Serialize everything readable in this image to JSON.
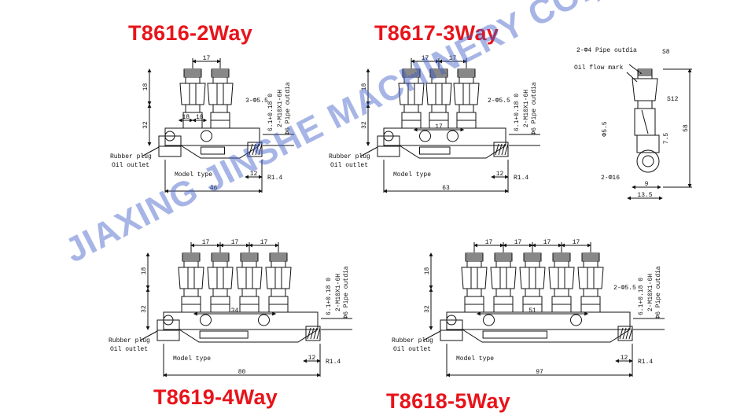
{
  "titles": {
    "t8616": "T8616-2Way",
    "t8617": "T8617-3Way",
    "t8619": "T8619-4Way",
    "t8618": "T8618-5Way"
  },
  "watermark": "JIAXING JINSHE MACHINERY CO.,LTD",
  "colors": {
    "title": "#e8141b",
    "watermark": "#3c5ac8",
    "line": "#111111"
  },
  "labels": {
    "rubber_plug": "Rubber plug",
    "oil_outlet": "Oil outlet",
    "model_type": "Model type",
    "pipe_outdia": "Φ6 Pipe outdia",
    "thread": "2-M10X1-6H",
    "r14": "R1.4",
    "fit": "6.1+0.18 0",
    "hole": "3-Φ5.5",
    "hole2": "2-Φ5.5",
    "oil_flow": "Oil flow mark",
    "pipe4": "2-Φ4 Pipe outdia",
    "s8": "S8",
    "s12": "S12",
    "phi16": "2-Φ16"
  },
  "dims": {
    "d17": "17",
    "d18": "18",
    "d32": "32",
    "d12": "12",
    "d46": "46",
    "d63": "63",
    "d80": "80",
    "d97": "97",
    "d34": "34",
    "d51": "51",
    "d55": "Φ5.5",
    "d75": "7.5",
    "d58": "58",
    "d9": "9",
    "d135": "13.5"
  }
}
